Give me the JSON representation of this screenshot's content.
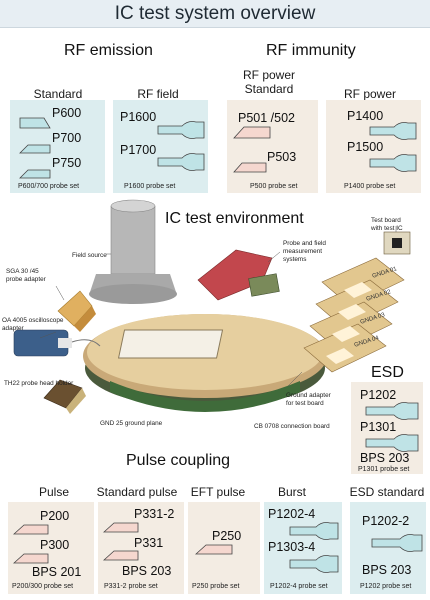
{
  "title": "IC test system overview",
  "sections": {
    "rf_emission": "RF emission",
    "rf_immunity": "RF immunity",
    "environment": "IC test environment",
    "esd": "ESD",
    "pulse_coupling": "Pulse coupling"
  },
  "top_groups": [
    {
      "heading": "Standard",
      "probes": [
        "P600",
        "P700",
        "P750"
      ],
      "caption": "P600/700 probe set"
    },
    {
      "heading": "RF field",
      "probes": [
        "P1600",
        "P1700"
      ],
      "caption": "P1600 probe set"
    },
    {
      "heading_lines": [
        "RF power",
        "Standard"
      ],
      "probes": [
        "P501 /502",
        "P503"
      ],
      "caption": "P500 probe set"
    },
    {
      "heading": "RF power",
      "probes": [
        "P1400",
        "P1500"
      ],
      "caption": "P1400 probe set"
    }
  ],
  "esd_group": {
    "probes": [
      "P1202",
      "P1301"
    ],
    "extra": "BPS 203",
    "caption": "P1301 probe set"
  },
  "bottom_groups": [
    {
      "heading": "Pulse",
      "probes": [
        "P200",
        "P300"
      ],
      "extra": "BPS 201",
      "caption": "P200/300 probe set"
    },
    {
      "heading": "Standard pulse",
      "probes": [
        "P331-2",
        "P331"
      ],
      "extra": "BPS 203",
      "caption": "P331-2 probe set"
    },
    {
      "heading": "EFT pulse",
      "probes": [
        "P250"
      ],
      "caption": "P250 probe set"
    },
    {
      "heading": "Burst",
      "probes": [
        "P1202-4",
        "P1303-4"
      ],
      "caption": "P1202-4 probe set"
    },
    {
      "heading": "ESD standard",
      "probes": [
        "P1202-2"
      ],
      "extra": "BPS 203",
      "caption": "P1202 probe set"
    }
  ],
  "env_labels": {
    "field_source": "Field source",
    "sga_lines": [
      "SGA 30 /45",
      "probe adapter"
    ],
    "oa_lines": [
      "OA 4005 oscilloscope",
      "adapter"
    ],
    "th22": "TH22 probe head holder",
    "gnd25": "GND 25 ground plane",
    "cb0708": "CB 0708 connection board",
    "probe_measure_lines": [
      "Probe and field",
      "measurement",
      "systems"
    ],
    "test_board_lines": [
      "Test board",
      "with test IC"
    ],
    "ground_adapter_lines": [
      "Ground adapter",
      "for test board"
    ],
    "gnda": [
      "GNDA 01",
      "GNDA 02",
      "GNDA 03",
      "GNDA 04"
    ]
  },
  "colors": {
    "cyan_panel": "#dcedef",
    "beige_panel": "#f3ece3",
    "probe_fill": "#bfe3e6"
  }
}
